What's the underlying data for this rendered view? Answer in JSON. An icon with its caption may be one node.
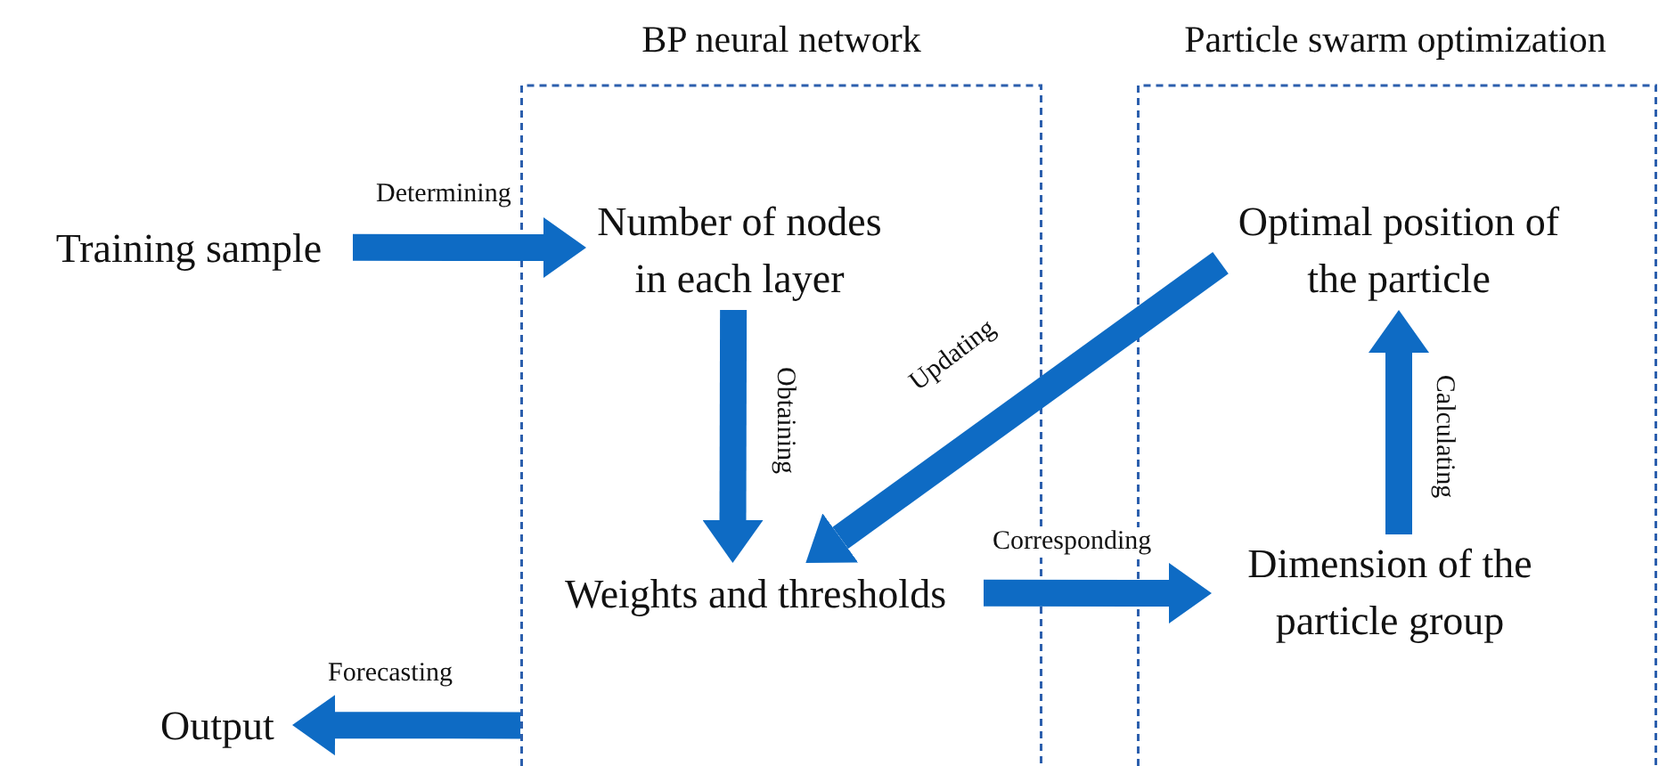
{
  "diagram": {
    "nodes": [
      {
        "text": [
          "BP neural network"
        ]
      },
      {
        "text": [
          "Particle swarm optimization"
        ]
      },
      {
        "text": [
          "Training sample"
        ]
      },
      {
        "text": [
          "Number of nodes in each layer"
        ],
        "in": 0
      },
      {
        "text": [
          "Weights and thresholds"
        ],
        "in": 0
      },
      {
        "text": [
          "Optimal position of the particle"
        ],
        "in": 1
      },
      {
        "text": [
          "Dimension of the particle group"
        ],
        "in": 1
      },
      {
        "text": [
          "Output"
        ]
      }
    ],
    "edges": [
      {
        "from": 2,
        "to": 3,
        "arrow": "to",
        "label": "Determining"
      },
      {
        "from": 3,
        "to": 4,
        "arrow": "to",
        "label": "Obtaining"
      },
      {
        "from": 5,
        "to": 4,
        "arrow": "to",
        "label": "Updating"
      },
      {
        "from": 4,
        "to": 6,
        "arrow": "to",
        "label": "Corresponding"
      },
      {
        "from": 6,
        "to": 5,
        "arrow": "to",
        "label": "Calculating"
      },
      {
        "from": 0,
        "to": 7,
        "arrow": "to",
        "label": "Forecasting"
      }
    ]
  }
}
